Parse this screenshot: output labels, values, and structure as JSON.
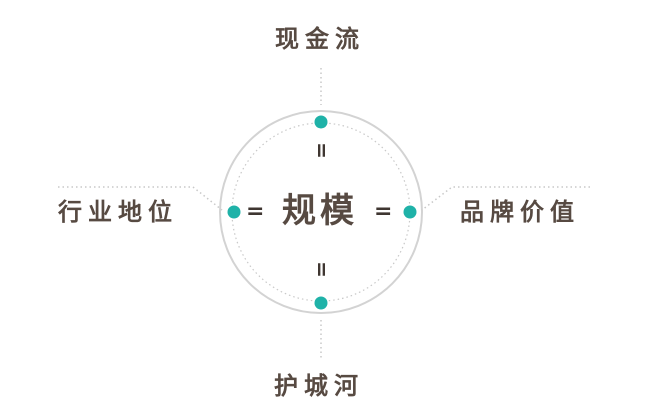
{
  "center": {
    "label": "规模"
  },
  "nodes": {
    "top": {
      "label": "现金流"
    },
    "left": {
      "label": "行业地位"
    },
    "right": {
      "label": "品牌价值"
    },
    "bottom": {
      "label": "护城河"
    }
  },
  "operators": {
    "top": "=",
    "bottom": "=",
    "left": "=",
    "right": "="
  },
  "colors": {
    "text": "#574a42",
    "dot": "#1fb2a8",
    "circle": "#d3d3d3",
    "dotted": "#c8c8c8"
  }
}
